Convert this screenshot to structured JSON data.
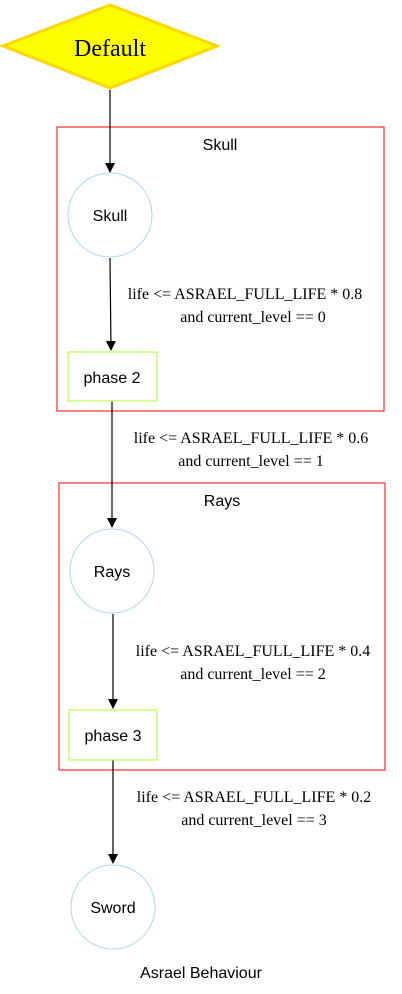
{
  "diagram": {
    "title": "Asrael Behaviour",
    "start_node": {
      "label": "Default",
      "fill": "#ffff00",
      "stroke": "#ffd700"
    },
    "clusters": [
      {
        "label": "Skull",
        "stroke": "#ff0000"
      },
      {
        "label": "Rays",
        "stroke": "#ff0000"
      }
    ],
    "nodes": {
      "skull": {
        "label": "Skull",
        "shape": "circle",
        "stroke": "#add8e6"
      },
      "phase2": {
        "label": "phase 2",
        "shape": "box",
        "stroke": "#adff2f"
      },
      "rays": {
        "label": "Rays",
        "shape": "circle",
        "stroke": "#add8e6"
      },
      "phase3": {
        "label": "phase 3",
        "shape": "box",
        "stroke": "#adff2f"
      },
      "sword": {
        "label": "Sword",
        "shape": "circle",
        "stroke": "#add8e6"
      }
    },
    "edges": [
      {
        "from": "Default",
        "to": "Skull",
        "line1": "",
        "line2": ""
      },
      {
        "from": "Skull",
        "to": "phase 2",
        "line1": "life <= ASRAEL_FULL_LIFE * 0.8",
        "line2": "and current_level == 0"
      },
      {
        "from": "phase 2",
        "to": "Rays",
        "line1": "life <= ASRAEL_FULL_LIFE * 0.6",
        "line2": "and current_level == 1"
      },
      {
        "from": "Rays",
        "to": "phase 3",
        "line1": "life <= ASRAEL_FULL_LIFE * 0.4",
        "line2": "and current_level == 2"
      },
      {
        "from": "phase 3",
        "to": "Sword",
        "line1": "life <= ASRAEL_FULL_LIFE * 0.2",
        "line2": "and current_level == 3"
      }
    ]
  }
}
